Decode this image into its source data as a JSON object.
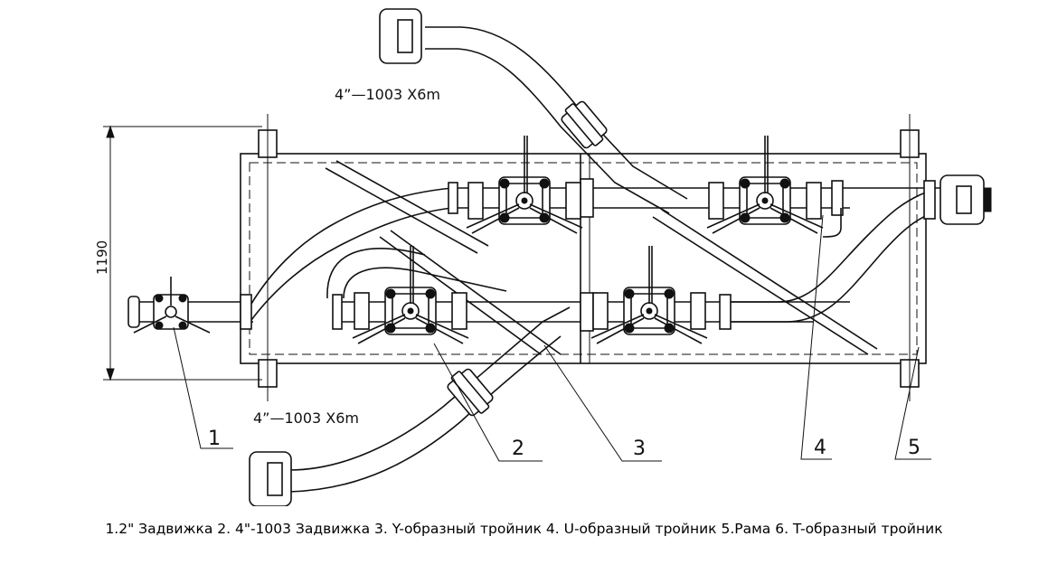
{
  "drawing": {
    "pipe_spec_top": "4”—1003  X6m",
    "pipe_spec_bottom": "4”—1003  X6m",
    "dimension_height": "1190",
    "callouts": [
      "1",
      "2",
      "3",
      "4",
      "5"
    ]
  },
  "caption": "1.2\" Задвижка 2. 4\"-1003 Задвижка 3. Y-образный тройник 4. U-образный тройник 5.Рама 6. T-образный тройник"
}
